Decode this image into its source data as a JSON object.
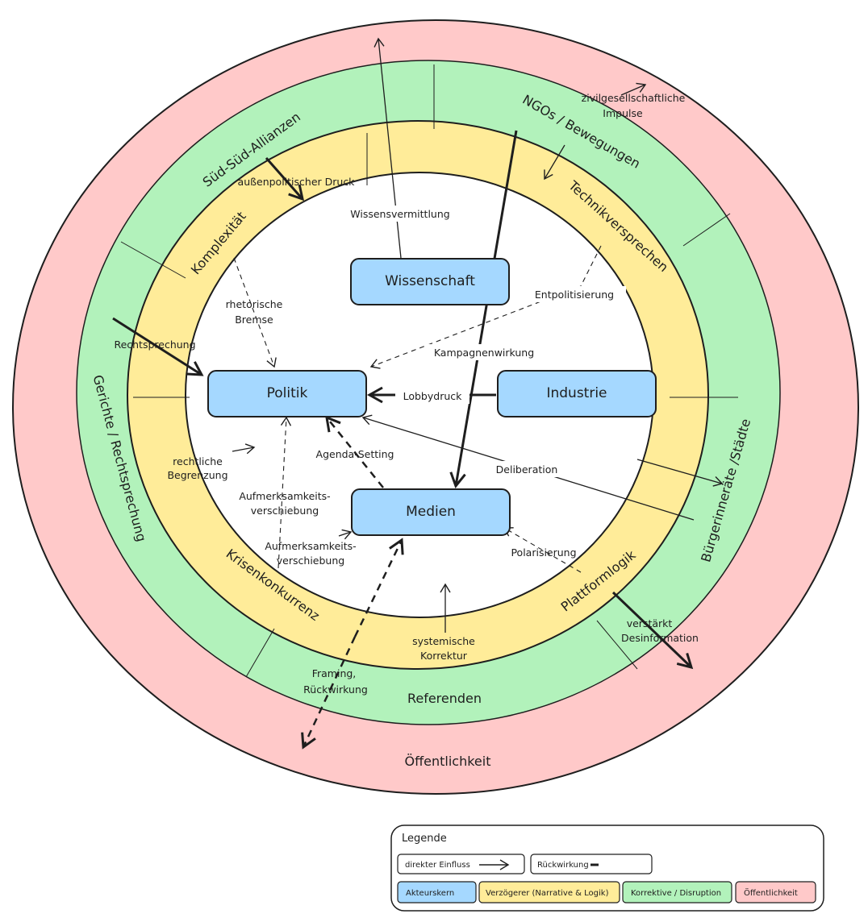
{
  "colors": {
    "public": "#ffc9c9",
    "correctives": "#b2f2bb",
    "delayers": "#ffec99",
    "core": "#ffffff",
    "actor": "#a5d8ff",
    "stroke": "#1e1e1e"
  },
  "rings": {
    "outer_label": "Öffentlichkeit",
    "green_segments": [
      "Süd-Süd-Allianzen",
      "NGOs / Bewegungen",
      "Bürgerinneräte /Städte",
      "Referenden",
      "Gerichte / Rechtsprechung"
    ],
    "yellow_segments": [
      "Komplexität",
      "Technikversprechen",
      "Plattformlogik",
      "Krisenkonkurrenz"
    ]
  },
  "actors": {
    "wissenschaft": "Wissenschaft",
    "politik": "Politik",
    "industrie": "Industrie",
    "medien": "Medien"
  },
  "labels": {
    "wissensvermittlung": "Wissensvermittlung",
    "aussenpolitischer_druck": "außenpolitischer Druck",
    "zivil_1": "zivilgesellschaftliche",
    "zivil_2": "Impulse",
    "rhetorische_1": "rhetorische",
    "rhetorische_2": "Bremse",
    "entpolitisierung": "Entpolitisierung",
    "kampagnenwirkung": "Kampagnenwirkung",
    "rechtsprechung": "Rechtsprechung",
    "lobbydruck": "Lobbydruck",
    "agenda_setting": "Agenda-Setting",
    "deliberation": "Deliberation",
    "rechtliche_1": "rechtliche",
    "rechtliche_2": "Begrenzung",
    "aufm1_1": "Aufmerksamkeits-",
    "aufm1_2": "verschiebung",
    "aufm2_1": "Aufmerksamkeits-",
    "aufm2_2": "verschiebung",
    "polarisierung": "Polarisierung",
    "verstaerkt_1": "verstärkt",
    "verstaerkt_2": "Desinformation",
    "systemische_1": "systemische",
    "systemische_2": "Korrektur",
    "framing_1": "Framing,",
    "framing_2": "Rückwirkung"
  },
  "legend": {
    "title": "Legende",
    "direct": "direkter Einfluss",
    "feedback": "Rückwirkung",
    "actors": "Akteurskern",
    "delayers": "Verzögerer (Narrative & Logik)",
    "correctives": "Korrektive / Disruption",
    "public": "Öffentlichkeit"
  }
}
